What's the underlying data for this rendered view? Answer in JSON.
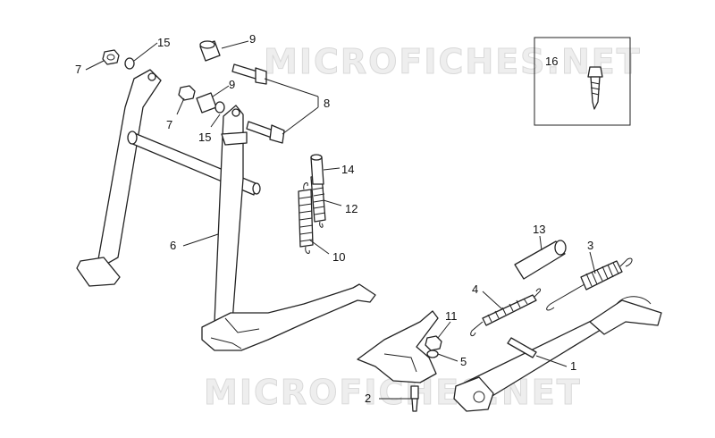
{
  "watermark": "MICROFICHES.NET",
  "callouts": [
    "1",
    "2",
    "3",
    "4",
    "5",
    "6",
    "7",
    "7",
    "8",
    "9",
    "9",
    "10",
    "11",
    "12",
    "13",
    "14",
    "15",
    "15",
    "16"
  ],
  "colors": {
    "line": "#222222",
    "background": "#ffffff",
    "watermark": "#d9d9d9"
  }
}
